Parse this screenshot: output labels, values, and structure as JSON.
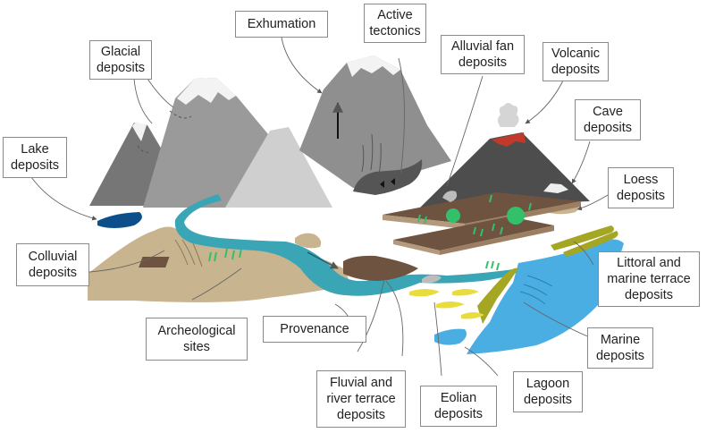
{
  "labels": {
    "exhumation": [
      "Exhumation"
    ],
    "active_tectonics": [
      "Active",
      "tectonics"
    ],
    "glacial": [
      "Glacial",
      "deposits"
    ],
    "alluvial": [
      "Alluvial fan",
      "deposits"
    ],
    "volcanic": [
      "Volcanic",
      "deposits"
    ],
    "cave": [
      "Cave",
      "deposits"
    ],
    "lake": [
      "Lake",
      "deposits"
    ],
    "loess": [
      "Loess",
      "deposits"
    ],
    "colluvial": [
      "Colluvial",
      "deposits"
    ],
    "littoral": [
      "Littoral and",
      "marine terrace",
      "deposits"
    ],
    "archeological": [
      "Archeological",
      "sites"
    ],
    "provenance": [
      "Provenance"
    ],
    "marine": [
      "Marine",
      "deposits"
    ],
    "fluvial": [
      "Fluvial and",
      "river terrace",
      "deposits"
    ],
    "eolian": [
      "Eolian",
      "deposits"
    ],
    "lagoon": [
      "Lagoon",
      "deposits"
    ]
  },
  "colors": {
    "mountain_dark": "#767676",
    "mountain_mid": "#9a9a9a",
    "mountain_light": "#cfcfcf",
    "volcano": "#4d4d4d",
    "lava": "#c0392b",
    "river": "#3aa5b5",
    "lake": "#0d4f8b",
    "sea": "#4aaee3",
    "sand_hill": "#c8b48e",
    "terrace": "#6e5341",
    "eolian": "#e9dc3d",
    "littoral": "#a5a624",
    "vegetation": "#33c06a"
  }
}
